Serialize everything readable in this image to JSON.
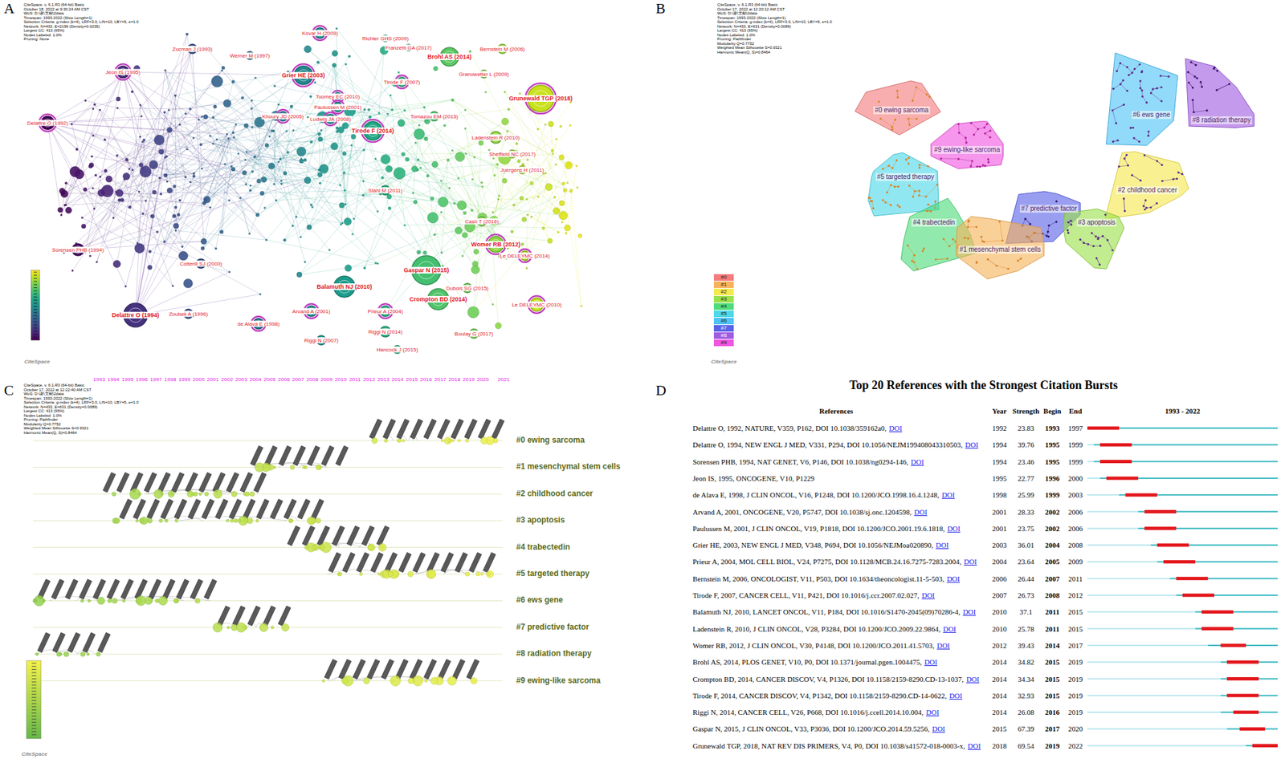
{
  "diagram": {
    "title": "Top 20 References with the Strongest Citation Bursts",
    "nodes": [
      {
        "text": [
          "#0 ewing sarcoma"
        ]
      },
      {
        "text": [
          "#6 ews gene"
        ]
      },
      {
        "text": [
          "#8 radiation therapy"
        ]
      },
      {
        "text": [
          "#9 ewing-like sarcoma"
        ]
      },
      {
        "text": [
          "#5 targeted therapy"
        ]
      },
      {
        "text": [
          "#2 childhood cancer"
        ]
      },
      {
        "text": [
          "#7 predictive factor"
        ]
      },
      {
        "text": [
          "#4 trabectedin"
        ]
      },
      {
        "text": [
          "#3 apoptosis"
        ]
      },
      {
        "text": [
          "#1 mesenchymal stem cells"
        ]
      }
    ],
    "labels": [
      "A",
      "B",
      "C",
      "D",
      "CiteSpace, v. 6.1.R3 (64-bit) Basic",
      "October 18, 2022 at 9:30:24 AM CST",
      "WoS: D:\\谢\\文献\\2data",
      "Timespan: 1993-2022 (Slice Length=1)",
      "Selection Criteria: g-index (k=4), LRF=3.0, L/N=10, LBY=5, e=1.0",
      "Network: N=433, E=2196 (Density=0.0235)",
      "Largest CC: 413 (95%)",
      "Nodes Labeled: 1.0%",
      "Pruning: None",
      "Kovar H (2009)",
      "Richter GHS (2009)",
      "Franzetti GA (2017)",
      "Brohl AS (2014)",
      "Bernstein M (2006)",
      "Zucman J (1993)",
      "Werner M (1997)",
      "Jeon IS (1995)",
      "Grier HE (2003)",
      "Granowetter L (2009)",
      "Tirode F (2007)",
      "Grunewald TGP (2018)",
      "Toomey EC (2010)",
      "Paulussen M (2001)",
      "Delattre O (1992)",
      "Khoury JD (2005)",
      "Ludwig JA (2008)",
      "Tomazou EM (2015)",
      "Tirode F (2014)",
      "Ladenstein R (2010)",
      "Sheffield NC (2017)",
      "Juergens H (2011)",
      "Stahl M (2011)",
      "Cash T (2016)",
      "Sorensen PHB (1994)",
      "Womer RB (2012)",
      "Le DELEYMC (2014)",
      "Cotterill SJ (2000)",
      "Gaspar N (2015)",
      "Dubois SG (2015)",
      "Balamuth NJ (2010)",
      "Crompton BD (2014)",
      "Le DELEYMC (2010)",
      "Prieur A (2004)",
      "Delattre O (1994)",
      "Zoubek A (1996)",
      "de Alava E (1998)",
      "Arvand A (2001)",
      "Riggi N (2014)",
      "Boulay G (2017)",
      "Riggi N (2007)",
      "Hancock J (2015)",
      "CiteSpace",
      "CiteSpace, v. 6.1.R3 (64-bit) Basic",
      "October 17, 2022 at 12:20:12 AM CST",
      "WoS: D:\\谢\\文献\\2data",
      "Timespan: 1993-2022 (Slice Length=1)",
      "Selection Criteria: g-index (k=4), LRF=3.0, L/N=10, LBY=5, e=1.0",
      "Network: N=433, E=631 (Density=0.0089)",
      "Largest CC: 413 (95%)",
      "Nodes Labeled: 1.0%",
      "Pruning: Pathfinder",
      "Modularity Q=0.7752",
      "Weighted Mean Silhouette S=0.9321",
      "Harmonic Mean(Q, S)=0.8464",
      "CiteSpace",
      "CiteSpace, v. 6.1.R3 (64-bit) Basic",
      "October 17, 2022 at 12:22:40 AM CST",
      "WoS: D:\\谢\\文献\\2data",
      "Timespan: 1993-2022 (Slice Length=1)",
      "Selection Criteria: g-index (k=4), LRF=3.0, L/N=10, LBY=5, e=1.0",
      "Network: N=433, E=631 (Density=0.0089)",
      "Largest CC: 413 (95%)",
      "Nodes Labeled: 1.0%",
      "Pruning: Pathfinder",
      "Modularity Q=0.7752",
      "Weighted Mean Silhouette S=0.9321",
      "Harmonic Mean(Q, S)=0.8464",
      "1993",
      "1994",
      "1995",
      "1996",
      "1997",
      "1998",
      "1999",
      "2000",
      "2001",
      "2002",
      "2003",
      "2004",
      "2005",
      "2006",
      "2007",
      "2008",
      "2009",
      "2010",
      "2011",
      "2012",
      "2013",
      "2014",
      "2015",
      "2016",
      "2017",
      "2018",
      "2019",
      "2020",
      "2021",
      "#0 ewing sarcoma",
      "#1 mesenchymal stem cells",
      "#2 childhood cancer",
      "#3 apoptosis",
      "#4 trabectedin",
      "#5 targeted therapy",
      "#6 ews gene",
      "#7 predictive factor",
      "#8 radiation therapy",
      "#9 ewing-like sarcoma",
      "CiteSpace",
      "References",
      "Year",
      "Strength",
      "Begin",
      "End",
      "1993 - 2022",
      "Delattre O, 1992, NATURE, V359, P162, DOI 10.1038/359162a0,",
      "DOI",
      "1992",
      "23.83",
      "1993",
      "1997",
      "Delattre O, 1994, NEW ENGL J MED, V331, P294, DOI 10.1056/NEJM199408043310503,",
      "DOI",
      "1994",
      "39.76",
      "1995",
      "1999",
      "Sorensen PHB, 1994, NAT GENET, V6, P146, DOI 10.1038/ng0294-146,",
      "DOI",
      "1994",
      "23.46",
      "1995",
      "1999",
      "Jeon IS, 1995, ONCOGENE, V10, P1229",
      "1995",
      "22.77",
      "1996",
      "2000",
      "de Alava E, 1998, J CLIN ONCOL, V16, P1248, DOI 10.1200/JCO.1998.16.4.1248,",
      "DOI",
      "1998",
      "25.99",
      "1999",
      "2003",
      "Arvand A, 2001, ONCOGENE, V20, P5747, DOI 10.1038/sj.onc.1204598,",
      "DOI",
      "2001",
      "28.33",
      "2002",
      "2006",
      "Paulussen M, 2001, J CLIN ONCOL, V19, P1818, DOI 10.1200/JCO.2001.19.6.1818,",
      "DOI",
      "2001",
      "23.75",
      "2002",
      "2006",
      "Grier HE, 2003, NEW ENGL J MED, V348, P694, DOI 10.1056/NEJMoa020890,",
      "DOI",
      "2003",
      "36.01",
      "2004",
      "2008",
      "Prieur A, 2004, MOL CELL BIOL, V24, P7275, DOI 10.1128/MCB.24.16.7275-7283.2004,",
      "DOI",
      "2004",
      "23.64",
      "2005",
      "2009",
      "Bernstein M, 2006, ONCOLOGIST, V11, P503, DOI 10.1634/theoncologist.11-5-503,",
      "DOI",
      "2006",
      "26.44",
      "2007",
      "2011",
      "Tirode F, 2007, CANCER CELL, V11, P421, DOI 10.1016/j.ccr.2007.02.027,",
      "DOI",
      "2007",
      "26.73",
      "2008",
      "2012",
      "Balamuth NJ, 2010, LANCET ONCOL, V11, P184, DOI 10.1016/S1470-2045(09)70286-4,",
      "DOI",
      "2010",
      "37.1",
      "2011",
      "2015",
      "Ladenstein R, 2010, J CLIN ONCOL, V28, P3284, DOI 10.1200/JCO.2009.22.9864,",
      "DOI",
      "2010",
      "25.78",
      "2011",
      "2015",
      "Womer RB, 2012, J CLIN ONCOL, V30, P4148, DOI 10.1200/JCO.2011.41.5703,",
      "DOI",
      "2012",
      "39.43",
      "2014",
      "2017",
      "Brohl AS, 2014, PLOS GENET, V10, P0, DOI 10.1371/journal.pgen.1004475,",
      "DOI",
      "2014",
      "34.82",
      "2015",
      "2019",
      "Crompton BD, 2014, CANCER DISCOV, V4, P1326, DOI 10.1158/2159-8290.CD-13-1037,",
      "DOI",
      "2014",
      "34.34",
      "2015",
      "2019",
      "Tirode F, 2014, CANCER DISCOV, V4, P1342, DOI 10.1158/2159-8290.CD-14-0622,",
      "DOI",
      "2014",
      "32.93",
      "2015",
      "2019",
      "Riggi N, 2014, CANCER CELL, V26, P668, DOI 10.1016/j.ccell.2014.10.004,",
      "DOI",
      "2014",
      "26.08",
      "2016",
      "2019",
      "Gaspar N, 2015, J CLIN ONCOL, V33, P3036, DOI 10.1200/JCO.2014.59.5256,",
      "DOI",
      "2015",
      "67.39",
      "2017",
      "2020",
      "Grunewald TGP, 2018, NAT REV DIS PRIMERS, V4, P0, DOI 10.1038/s41572-018-0003-x,",
      "DOI",
      "2018",
      "69.54",
      "2019",
      "2022"
    ],
    "legend": [
      {
        "text": "#0",
        "color": "#f47c7c"
      },
      {
        "text": "#1",
        "color": "#f7b35a"
      },
      {
        "text": "#2",
        "color": "#f5e94e"
      },
      {
        "text": "#3",
        "color": "#9be04a"
      },
      {
        "text": "#4",
        "color": "#4fdc7a"
      },
      {
        "text": "#5",
        "color": "#4dd9e8"
      },
      {
        "text": "#6",
        "color": "#4fc3f7"
      },
      {
        "text": "#7",
        "color": "#5a63e8"
      },
      {
        "text": "#8",
        "color": "#a05ce0"
      },
      {
        "text": "#9",
        "color": "#f055e0"
      }
    ]
  }
}
